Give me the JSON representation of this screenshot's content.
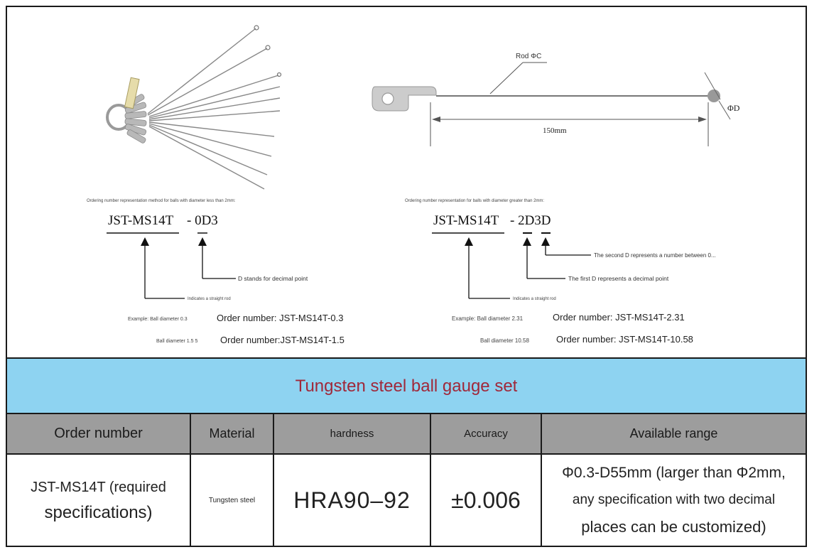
{
  "left_diagram": {
    "caption": "Ordering number representation method for balls with diameter less than 2mm:",
    "code_main": "JST-MS14T",
    "code_suffix": "- 0D3",
    "note_decimal": "D stands for decimal point",
    "note_rod": "Indicates a straight rod",
    "example1_label": "Example: Ball diameter 0.3",
    "example1_order": "Order number: JST-MS14T-0.3",
    "example2_label": "Ball diameter 1.5 5",
    "example2_order": "Order number:JST-MS14T-1.5"
  },
  "right_diagram": {
    "rod_label": "Rod ΦC",
    "length_label": "150mm",
    "ball_label": "ΦD",
    "caption": "Ordering number representation for balls with diameter greater than 2mm:",
    "code_main": "JST-MS14T",
    "code_suffix": "- 2D3D",
    "note_second_d": "The second D represents a number between 0...",
    "note_first_d": "The first D represents a decimal point",
    "note_rod": "Indicates a straight rod",
    "example1_label": "Example: Ball diameter 2.31",
    "example1_order": "Order number: JST-MS14T-2.31",
    "example2_label": "Ball diameter 10.58",
    "example2_order": "Order number: JST-MS14T-10.58"
  },
  "banner": {
    "title": "Tungsten steel ball gauge set"
  },
  "table": {
    "headers": {
      "order_number": "Order number",
      "material": "Material",
      "hardness": "hardness",
      "accuracy": "Accuracy",
      "range": "Available range"
    },
    "row": {
      "order_line1": "JST-MS14T (required",
      "order_line2": "specifications)",
      "material": "Tungsten steel",
      "hardness": "HRA90–92",
      "accuracy": "±0.006",
      "range_line1": "Φ0.3-D55mm (larger than Φ2mm,",
      "range_line2": "any specification with two decimal",
      "range_line3": "places can be customized)"
    }
  },
  "colors": {
    "banner_bg": "#8ed3f1",
    "banner_text": "#a0283a",
    "header_bg": "#9d9d9d"
  }
}
